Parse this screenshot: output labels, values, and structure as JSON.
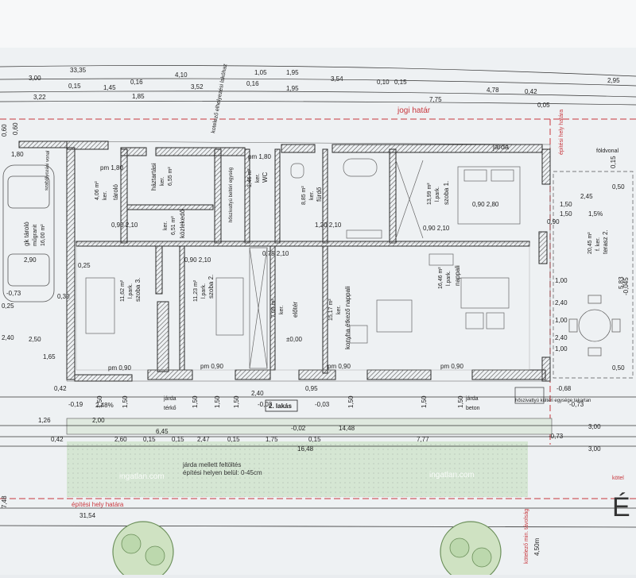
{
  "dims": {
    "top_row1": [
      "33,35",
      "4,10",
      "1,05",
      "1,95",
      "3,54",
      "0,10",
      "0,15",
      "2,95"
    ],
    "top_row2": [
      "3,00",
      "0,15",
      "1,45",
      "0,16",
      "0,16",
      "3,52",
      "1,95",
      "7,75",
      "4,78",
      "0,42"
    ],
    "top_row3": [
      "3,22",
      "1,85",
      "0,05"
    ],
    "left_col": [
      "0,60",
      "0,60",
      "1,80",
      "0,25",
      "2,90",
      "-0,73",
      "0,25",
      "0,30",
      "2,40",
      "2,50",
      "1,65",
      "0,42"
    ],
    "right_col": [
      "2,45",
      "1,50",
      "1,50",
      "0,90",
      "1,00",
      "2,40",
      "1,00",
      "2,40",
      "1,00",
      "0,50",
      "5,83",
      "-0,045",
      "0,15",
      "0,50"
    ],
    "bottom_row1": [
      "1,26",
      "2,00",
      "6,45",
      "14,48",
      "3,00"
    ],
    "bottom_row2": [
      "0,42",
      "2,60",
      "0,15",
      "0,15",
      "2,47",
      "0,15",
      "1,75",
      "0,15",
      "7,77",
      "3,00"
    ],
    "bottom_total": "16,48",
    "bottom_site": "31,54",
    "bottom_site_left": "7,48",
    "opening_row": [
      "1,50",
      "1,50",
      "1,50",
      "1,50",
      "1,50",
      "2,40",
      "0,95",
      "1,50",
      "1,50",
      "1,50"
    ],
    "levels": [
      "±0,00",
      "-0,03",
      "-0,02",
      "-0,03",
      "-0,19",
      "-0,68",
      "-0,73",
      "-0,73"
    ],
    "slope": "2,48%"
  },
  "rooms": {
    "garage": [
      "gk tároló",
      "műgranit",
      "16,00 m²"
    ],
    "storage": [
      "tároló",
      "ker.",
      "4,06 m²"
    ],
    "household": [
      "háztartási",
      "ker.",
      "6,55 m²"
    ],
    "corridor": [
      "közlekedő",
      "ker.",
      "6,51 m²"
    ],
    "wc": [
      "WC",
      "ker.",
      "1,46 m²"
    ],
    "bath": [
      "fürdő",
      "ker.",
      "8,85 m²"
    ],
    "bed1": [
      "szoba 1.",
      "l.park.",
      "13,99 m²"
    ],
    "bed3": [
      "szoba 3.",
      "l.park.",
      "11,62 m²"
    ],
    "bed2": [
      "szoba 2.",
      "l.park.",
      "11,23 m²"
    ],
    "hall": [
      "előtér",
      "ker.",
      "7,09 m²"
    ],
    "kitchen": [
      "konyha étkező nappali",
      "ker.",
      "15,17 m²"
    ],
    "living": [
      "nappali",
      "l.park.",
      "16,46 m²"
    ],
    "terrace": [
      "terasz 2.",
      "f. ker.",
      "20,45 m²"
    ]
  },
  "labels": {
    "legal_boundary": "jogi határ",
    "walkway_top": "járda",
    "walkway_left": "járda",
    "walkway_left2": "térkő",
    "walkway_right": "járda",
    "walkway_right2": "beton",
    "apartment": "2. lakás",
    "heatpump": "hőszivattyú kültéri egysége takartan",
    "heatpump_in": "hőszivattyú beltéri egység",
    "fill_note1": "járda mellett feltöltés",
    "fill_note2": "építési helyen belül: 0-45cm",
    "build_limit": "építési hely határa",
    "build_limit_top": "építési hely határa",
    "min_dist": "kötelező min. távolság",
    "min_dist_val": "4,50m",
    "margin_right": "kötel",
    "ground_line": "földvonal",
    "mid_label": "kotelező elhelyezési lakóhaz",
    "left_note": "szabályozási vonal",
    "slope_pct": "1,5%",
    "pm_items": [
      "pm 1,80",
      "pm 1,80",
      "pm 0,90",
      "pm 0,90",
      "pm 0,90",
      "pm 0,90"
    ],
    "window_items": [
      "0,90 2,10",
      "0,75 2,10",
      "0,90 2,10",
      "0,90 2,80",
      "1,20 2,10",
      "0,90 2,10"
    ],
    "watermark1": "ingatlan.com",
    "watermark2": "ingatlan.com"
  },
  "colors": {
    "paper": "#eef1f3",
    "wall": "#2b2b2b",
    "hatch": "#7a7a7a",
    "red": "#c8373d",
    "green": "#cfe3cf"
  }
}
